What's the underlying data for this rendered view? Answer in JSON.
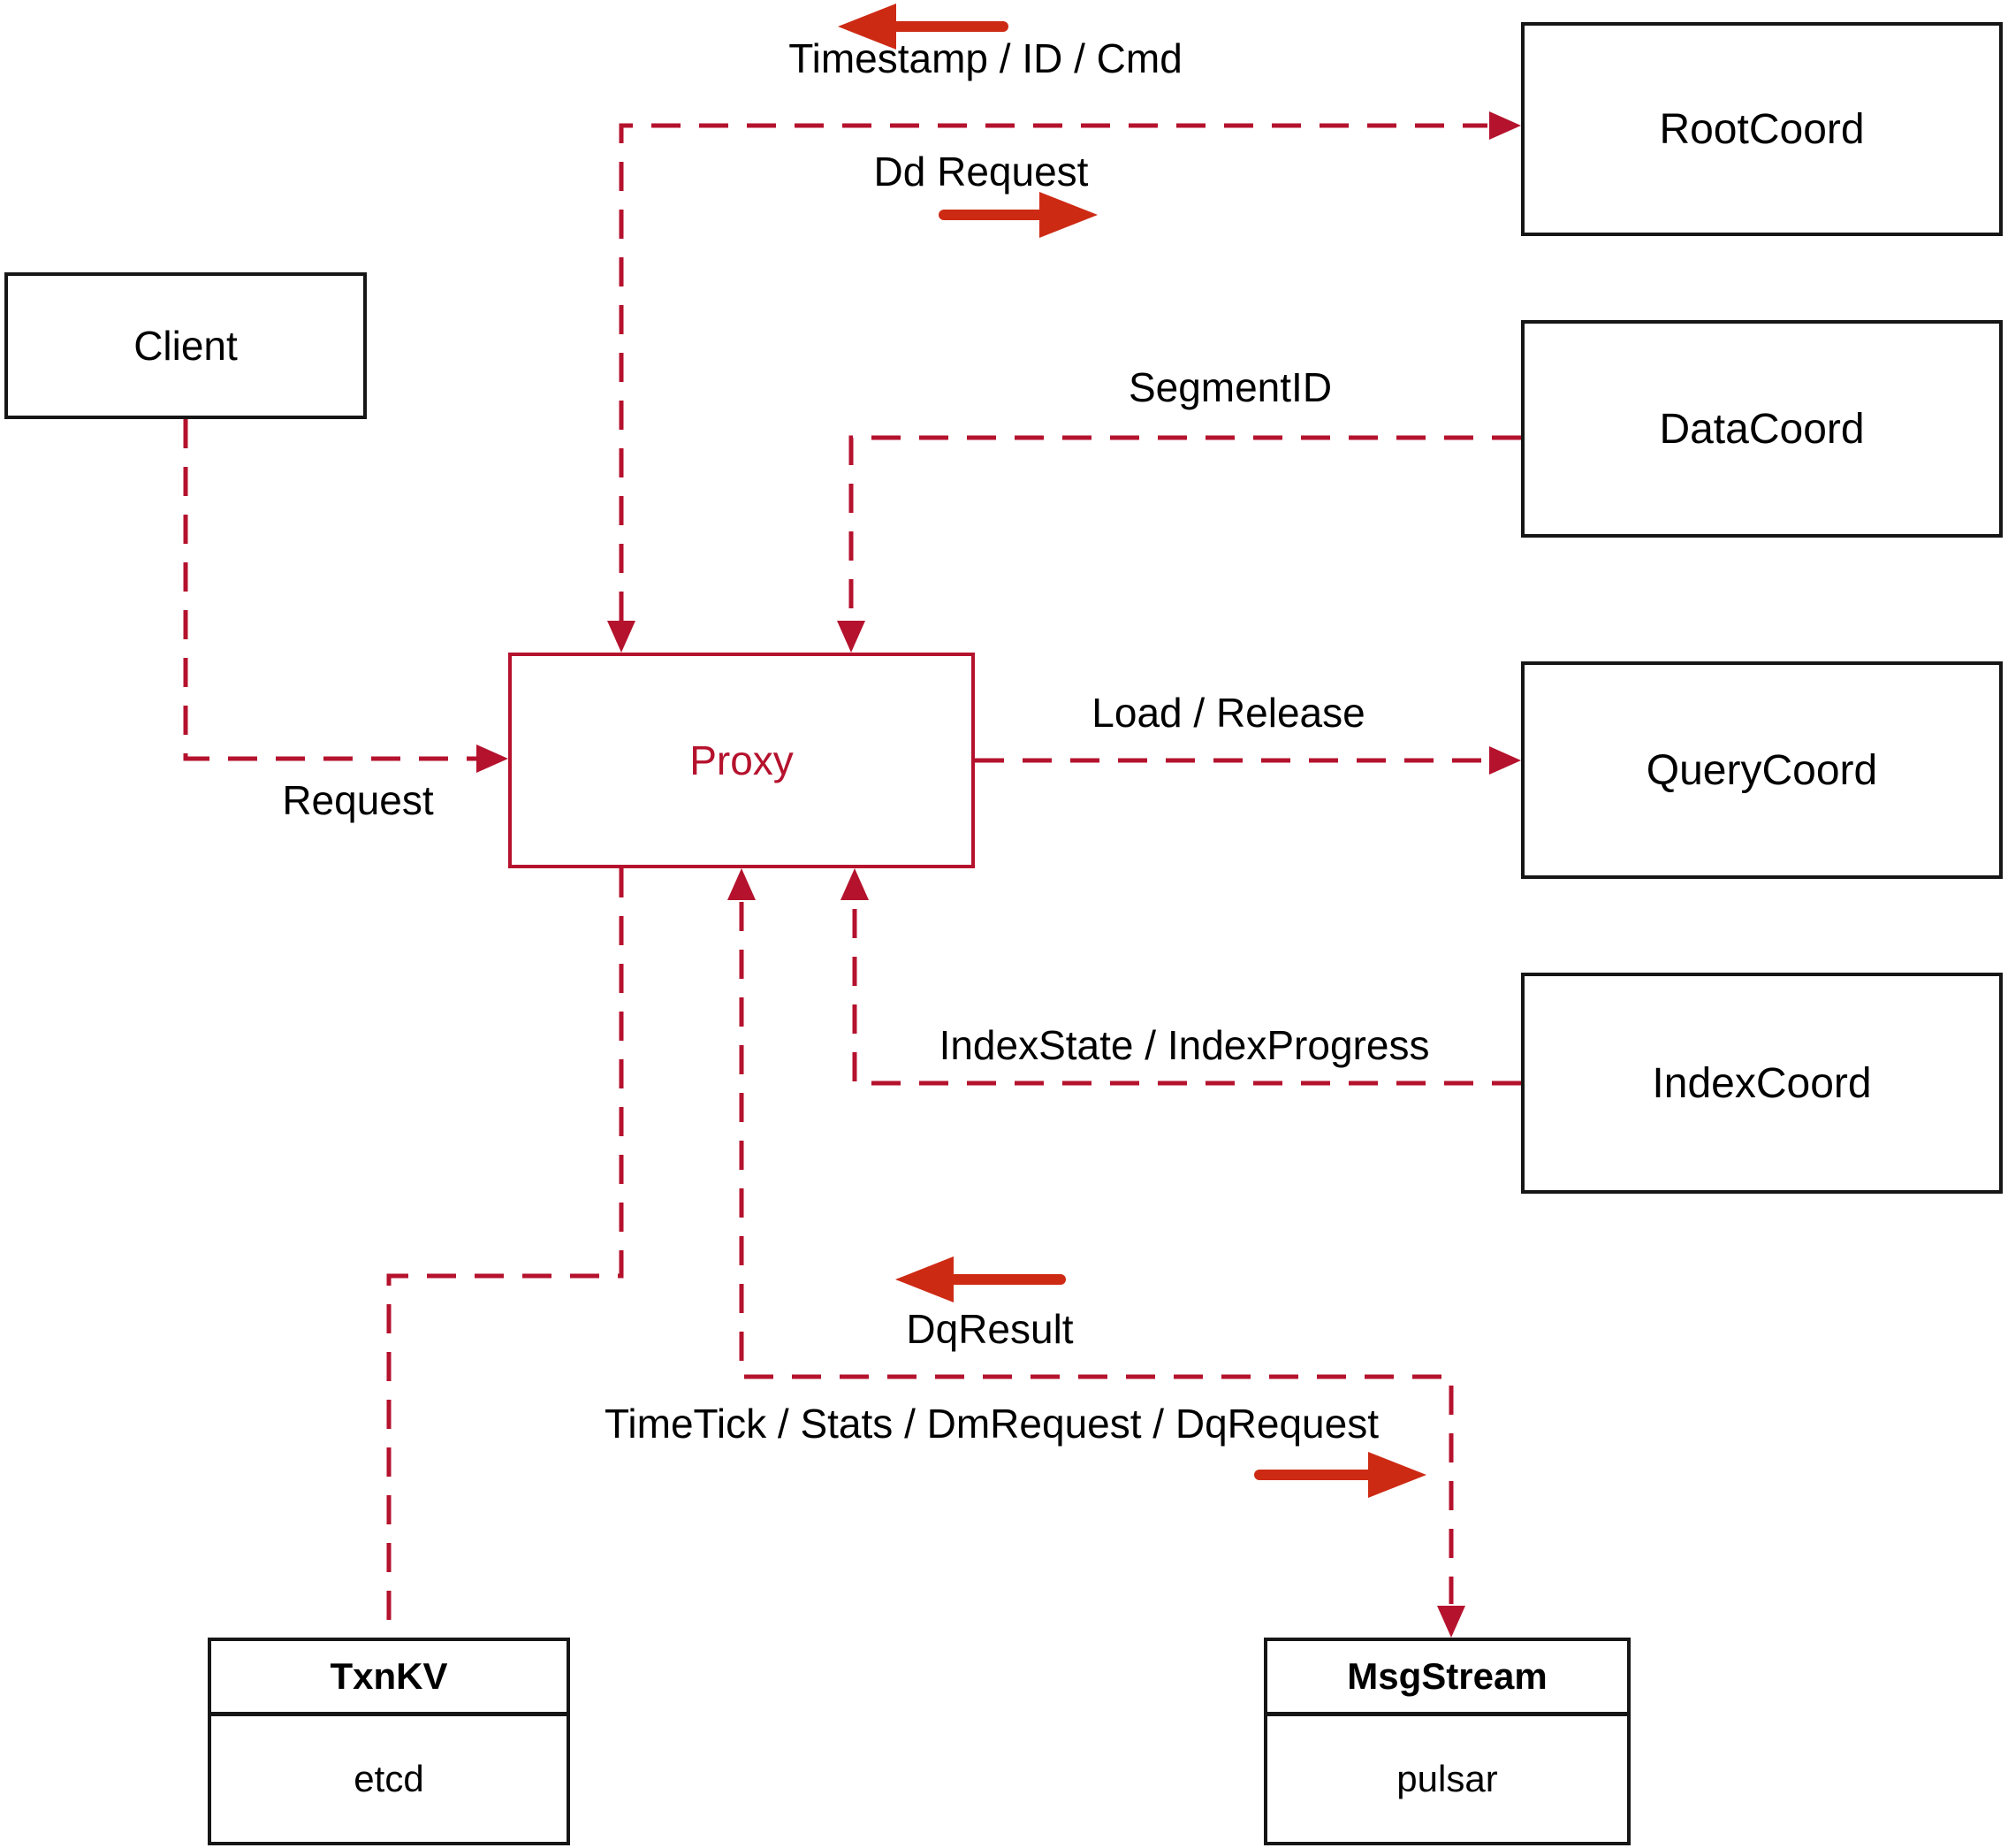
{
  "diagram": {
    "colors": {
      "line": "#b5122d",
      "arrow": "#cd2a14",
      "border": "#161616",
      "text": "#000000"
    },
    "nodes": {
      "client": {
        "label": "Client"
      },
      "proxy": {
        "label": "Proxy"
      },
      "rootcoord": {
        "label": "RootCoord"
      },
      "datacoord": {
        "label": "DataCoord"
      },
      "querycoord": {
        "label": "QueryCoord"
      },
      "indexcoord": {
        "label": "IndexCoord"
      },
      "txnkv": {
        "title": "TxnKV",
        "impl": "etcd"
      },
      "msgstream": {
        "title": "MsgStream",
        "impl": "pulsar"
      }
    },
    "edges": {
      "client_proxy": {
        "label": "Request"
      },
      "proxy_rootcoord": {
        "label_return": "Timestamp / ID / Cmd",
        "label_send": "Dd Request"
      },
      "datacoord_proxy": {
        "label": "SegmentID"
      },
      "proxy_querycoord": {
        "label": "Load / Release"
      },
      "indexcoord_proxy": {
        "label": "IndexState / IndexProgress"
      },
      "proxy_msgstream": {
        "label_return": "DqResult",
        "label_send": "TimeTick / Stats / DmRequest / DqRequest"
      },
      "proxy_txnkv": {
        "label": ""
      }
    }
  }
}
